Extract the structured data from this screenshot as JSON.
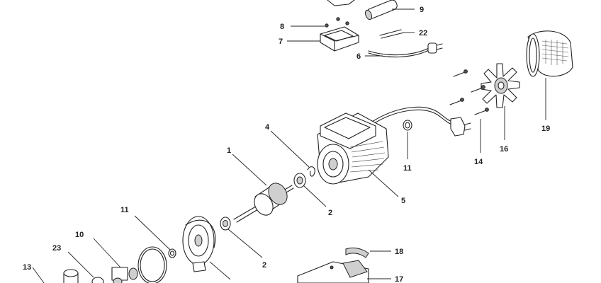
{
  "callouts": {
    "c9": "9",
    "c8": "8",
    "c7": "7",
    "c22": "22",
    "c6": "6",
    "c4": "4",
    "c1": "1",
    "c11a": "11",
    "c11b": "11",
    "c2a": "2",
    "c2b": "2",
    "c5": "5",
    "c10": "10",
    "c23": "23",
    "c13": "13",
    "c19": "19",
    "c16": "16",
    "c14": "14",
    "c18": "18",
    "c17": "17"
  }
}
